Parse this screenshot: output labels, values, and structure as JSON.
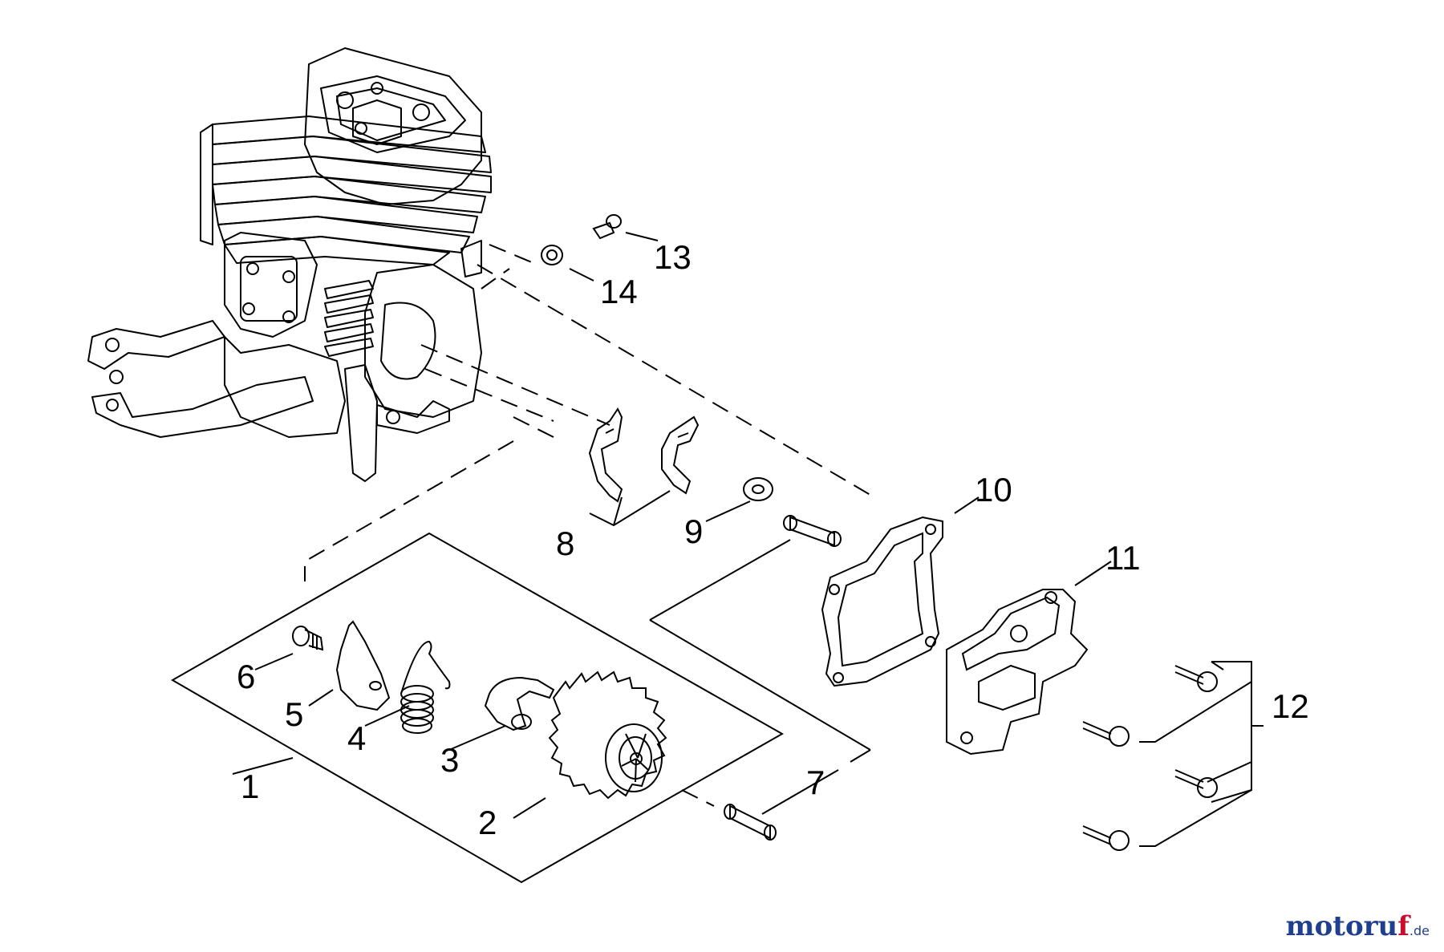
{
  "callouts": [
    "1",
    "2",
    "3",
    "4",
    "5",
    "6",
    "7",
    "8",
    "9",
    "10",
    "11",
    "12",
    "13",
    "14"
  ],
  "logo": {
    "brand_main": "motoru",
    "brand_accent": "f",
    "tld": ".de"
  }
}
